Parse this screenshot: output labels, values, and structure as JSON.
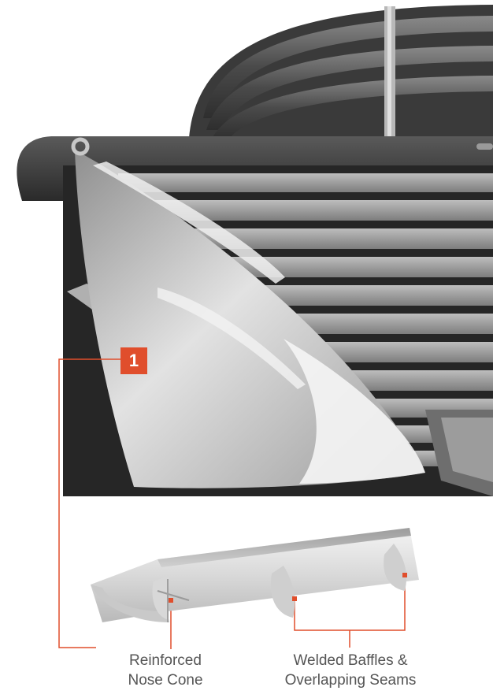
{
  "callout": {
    "number": "1",
    "color": "#e04e2c"
  },
  "labels": {
    "nose_cone": {
      "line1": "Reinforced",
      "line2": "Nose Cone"
    },
    "baffles": {
      "line1": "Welded Baffles &",
      "line2": "Overlapping Seams"
    }
  },
  "colors": {
    "leader_line": "#e04e2c",
    "metal_light": "#e6e6e6",
    "metal_dark": "#3c3c3c",
    "caption_text": "#555555"
  }
}
